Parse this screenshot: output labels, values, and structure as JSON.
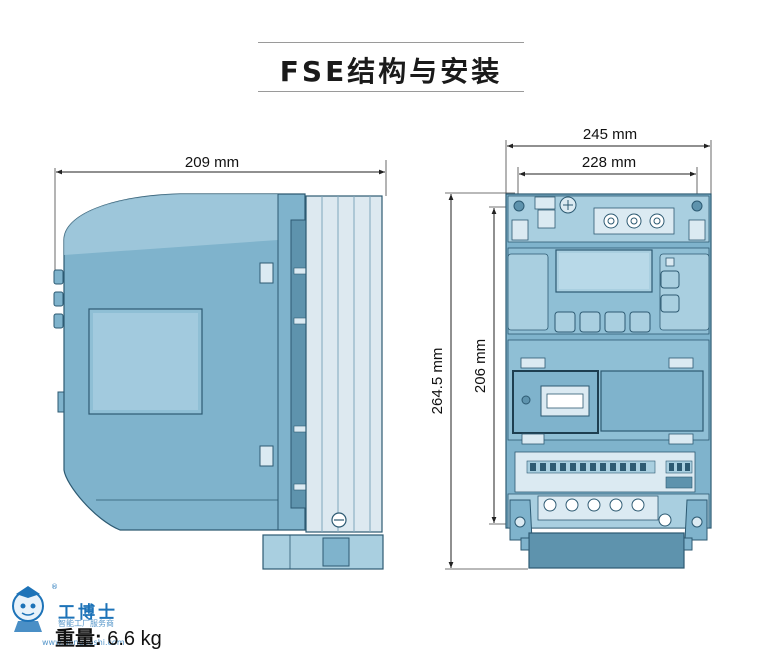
{
  "title": "FSE结构与安装",
  "dimensions": {
    "side_width": "209 mm",
    "front_outer_width": "245 mm",
    "front_inner_width": "228 mm",
    "overall_height": "264.5 mm",
    "mount_height": "206 mm"
  },
  "weight": {
    "label": "重量:",
    "value": "6.6 kg"
  },
  "watermark": {
    "name": "工博士",
    "tagline": "智能工厂服务商",
    "url": "www.gongboshi.com",
    "registered": "®"
  },
  "colors": {
    "body_fill": "#7fb3cc",
    "body_light": "#a9cfe0",
    "body_dark": "#5e93ad",
    "outline": "#2d5a72",
    "heatsink": "#dde9f0",
    "dimension_line": "#222222",
    "logo_blue": "#1d73b8"
  }
}
